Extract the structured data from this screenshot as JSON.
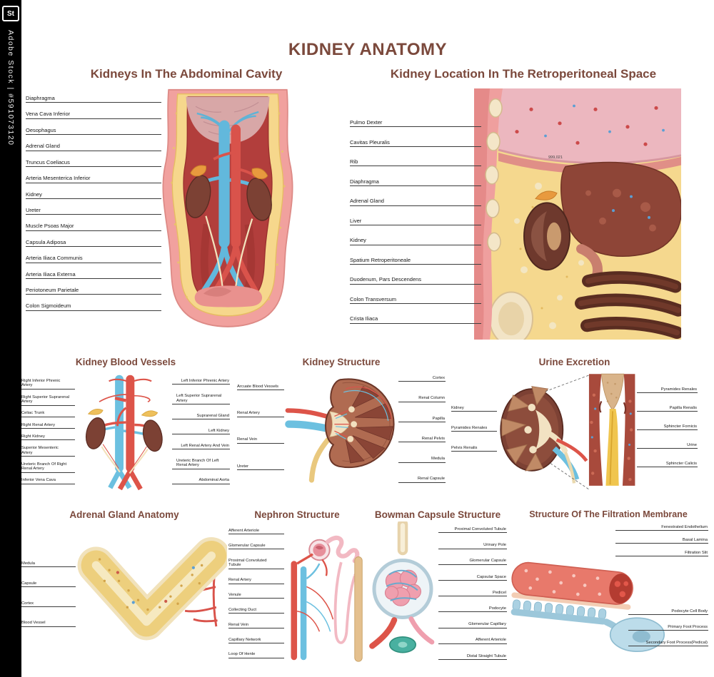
{
  "page": {
    "title": "KIDNEY ANATOMY"
  },
  "watermark": {
    "logo_text": "St",
    "label": "Adobe Stock | #591073120",
    "stray_mark": "999,021"
  },
  "colors": {
    "accent": "#7b493c",
    "artery_red": "#dd5449",
    "vein_blue": "#6cc0e0",
    "kidney_brown": "#7c4134",
    "fat_yellow": "#f6d78c"
  },
  "sections": {
    "abdominal": {
      "title": "Kidneys In The Abdominal Cavity",
      "labels": [
        "Diaphragma",
        "Vena Cava Inferior",
        "Oesophagus",
        "Adrenal Gland",
        "Truncus Coeliacus",
        "Arteria Mesenterica Inferior",
        "Kidney",
        "Ureter",
        "Muscle Psoas Major",
        "Capsula Adiposa",
        "Arteria Iliaca Communis",
        "Arteria Iliaca Externa",
        "Periotoneum Parietale",
        "Colon Sigmoideum"
      ]
    },
    "retroperitoneal": {
      "title": "Kidney Location In The Retroperitoneal Space",
      "labels": [
        "Pulmo Dexter",
        "Cavitas Pleuralis",
        "Rib",
        "Diaphragma",
        "Adrenal Gland",
        "Liver",
        "Kidney",
        "Spatium Retroperitoneale",
        "Duodenum, Pars Descendens",
        "Colon Transversum",
        "Crista Iliaca"
      ]
    },
    "vessels": {
      "title": "Kidney Blood Vessels",
      "labels_left": [
        "Right Inferior Phrenic Artery",
        "Right Superior Suprarenal Artery",
        "Celiac Trunk",
        "Right Renal Artery",
        "Right Kidney",
        "Superior Mesenteric Artery",
        "Ureteric Branch Of Right Renal Artery",
        "Inferior Vena Cava"
      ],
      "labels_right": [
        "Left Inferior Phrenic Artery",
        "Left Superior Suprarenal Artery",
        "Suprarenal Gland",
        "Left Kidney",
        "Left Renal Artery And Vein",
        "Ureteric Branch Of Left Renal Artery",
        "Abdominal Aorta"
      ]
    },
    "structure": {
      "title": "Kidney Structure",
      "labels_left": [
        "Arcuate Blood Vessels",
        "Renal Artery",
        "Renal Vein",
        "Ureter"
      ],
      "labels_right": [
        "Cortex",
        "Renal Column",
        "Papilla",
        "Renal Pelvis",
        "Medula",
        "Renal Capsule"
      ]
    },
    "urine": {
      "title": "Urine Excretion",
      "labels_left": [
        "Kidney",
        "Pyramides Renales",
        "Pelvis Renalis"
      ],
      "labels_right": [
        "Pyramides Renales",
        "Papilla Renalis",
        "Sphincter Fornicis",
        "Urine",
        "Sphincter Calicis"
      ]
    },
    "adrenal": {
      "title": "Adrenal Gland Anatomy",
      "labels_left": [
        "Medula",
        "Capsule",
        "Cortex",
        "Blood Vessel"
      ]
    },
    "nephron": {
      "title": "Nephron Structure",
      "labels_left": [
        "Afferent Arteriole",
        "Glomerular Capsule",
        "Proximal Convoluted Tubule",
        "Renal Artery",
        "Venule",
        "Collecting Duct",
        "Renal Vein",
        "Capillary Network",
        "Loop Of Henle"
      ]
    },
    "bowman": {
      "title": "Bowman Capsule Structure",
      "labels_right": [
        "Proximal Convoluted Tubule",
        "Urinary Pole",
        "Glomerular Capsule",
        "Capsular Space",
        "Pedicel",
        "Podocyte",
        "Glomerular Capillary",
        "Afferent Arteriole",
        "Distal Straight Tubule"
      ]
    },
    "membrane": {
      "title": "Structure Of The Filtration Membrane",
      "labels_top": [
        "Fenestrated Endothelium",
        "Basal Lamina",
        "Filtration Slit"
      ],
      "labels_bottom": [
        "Podocyte Cell Body",
        "Primary Foot Process",
        "Secondary Foot Process(Pedical)"
      ]
    }
  }
}
